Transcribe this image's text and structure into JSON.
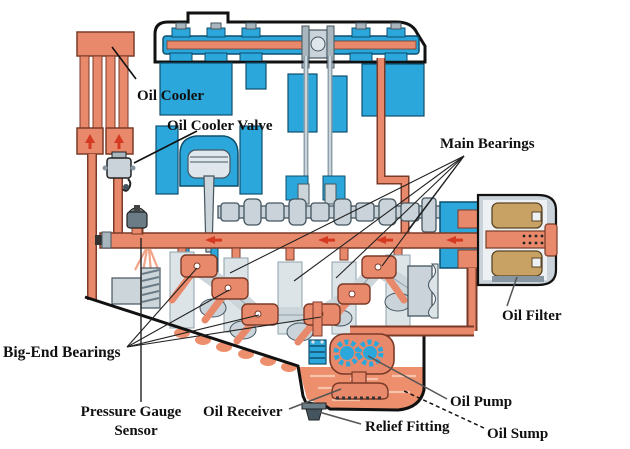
{
  "diagram": {
    "title": "Engine lubrication system cross-section",
    "type": "technical-illustration",
    "colors": {
      "oil_salmon": "#E9896B",
      "oil_fill": "#ED8F6D",
      "oil_streak": "#F8C3AD",
      "coolant_blue": "#2BA7DB",
      "metal_gray": "#C9D3D9",
      "filter_media_tan": "#C8A264",
      "arrow_red": "#D43A22",
      "outline_black": "#111111"
    },
    "labels": {
      "oil_cooler": "Oil Cooler",
      "oil_cooler_valve": "Oil Cooler Valve",
      "main_bearings": "Main Bearings",
      "oil_filter": "Oil Filter",
      "big_end_bearings": "Big-End Bearings",
      "pressure_gauge_line1": "Pressure Gauge",
      "pressure_gauge_line2": "Sensor",
      "oil_receiver": "Oil Receiver",
      "relief_fitting": "Relief Fitting",
      "oil_pump": "Oil Pump",
      "oil_sump": "Oil Sump"
    }
  }
}
